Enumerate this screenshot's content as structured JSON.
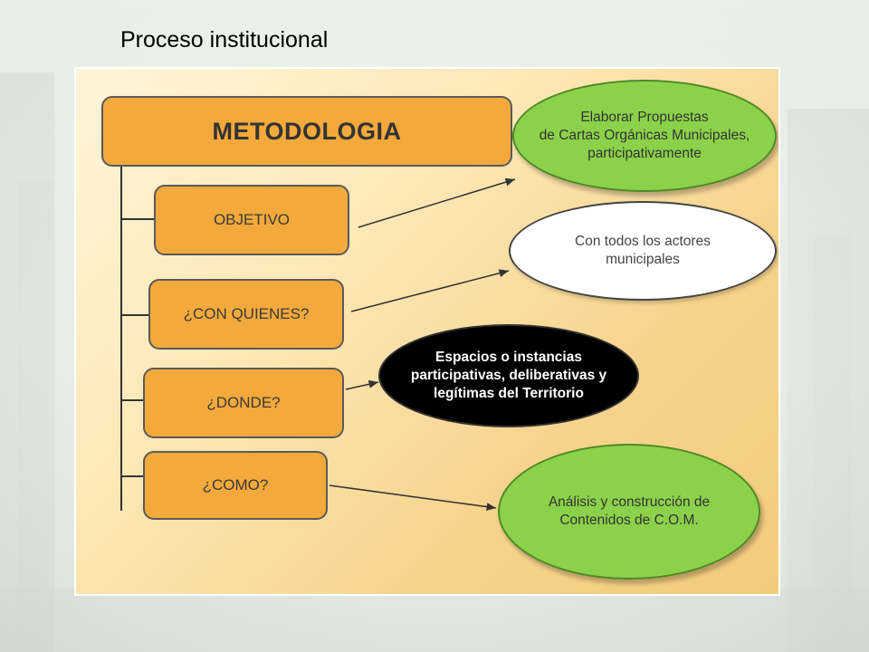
{
  "slide": {
    "title": "Proceso institucional"
  },
  "diagram": {
    "main": "METODOLOGIA",
    "rows": [
      {
        "label": "OBJETIVO",
        "answer": "Elaborar  Propuestas\nde Cartas Orgánicas Municipales,\nparticipativamente",
        "style": "green"
      },
      {
        "label": "¿CON QUIENES?",
        "answer": "Con todos los actores\nmunicipales",
        "style": "white"
      },
      {
        "label": "¿DONDE?",
        "answer": "Espacios o instancias\nparticipativas, deliberativas y\nlegítimas del Territorio",
        "style": "black"
      },
      {
        "label": "¿COMO?",
        "answer": "Análisis y construcción de\nContenidos de C.O.M.",
        "style": "green"
      }
    ]
  },
  "colors": {
    "box": "#f3a93b",
    "green": "#8bd24a",
    "panel": "#fde9b8"
  }
}
